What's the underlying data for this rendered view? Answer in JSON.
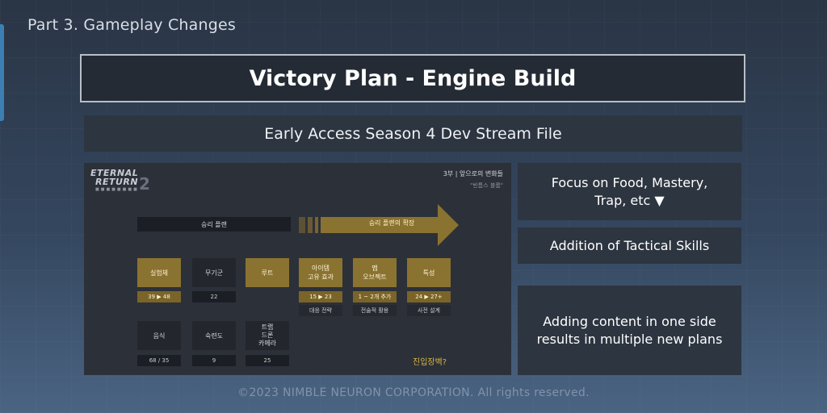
{
  "section_label": "Part 3. Gameplay Changes",
  "title": "Victory Plan - Engine Build",
  "subtitle": "Early Access Season 4 Dev Stream File",
  "slide": {
    "logo_top": "ETERNAL",
    "logo_bottom": "RETURN",
    "logo_num": "2",
    "header_main": "3부 | 앞으로의 변화들",
    "header_sub": "\"빈틈스 블룸\"",
    "plan_label": "승리 플랜",
    "expand_label": "승리 플랜의 확장",
    "columns": [
      {
        "name": "실험체",
        "value": "39 ▶ 48",
        "gold": true
      },
      {
        "name": "무기군",
        "value": "22",
        "gold": false
      },
      {
        "name": "루트",
        "value": "",
        "gold": true
      },
      {
        "name": "아이템\n고유 효과",
        "value": "15 ▶ 23",
        "note": "대응 전략",
        "gold": true
      },
      {
        "name": "맵\n오브젝트",
        "value": "1 ~ 2개 추가",
        "note": "전술적 활용",
        "gold": true
      },
      {
        "name": "특성",
        "value": "24 ▶ 27+",
        "note": "사전 설계",
        "gold": true
      }
    ],
    "row2": [
      {
        "name": "음식",
        "value": "68 / 35"
      },
      {
        "name": "숙련도",
        "value": "9"
      },
      {
        "name": "트랩\n드론\n카메라",
        "value": "25"
      }
    ],
    "final_question": "진입장벽?"
  },
  "side_panels": [
    "Focus on Food, Mastery,\nTrap, etc ▼",
    "Addition of Tactical Skills",
    "Adding content in one side\nresults in multiple new plans"
  ],
  "footer": "©2023 NIMBLE NEURON CORPORATION. All rights reserved.",
  "colors": {
    "gold": "#8a7230",
    "accent": "#3d7fb3",
    "panel": "#2d3540"
  }
}
